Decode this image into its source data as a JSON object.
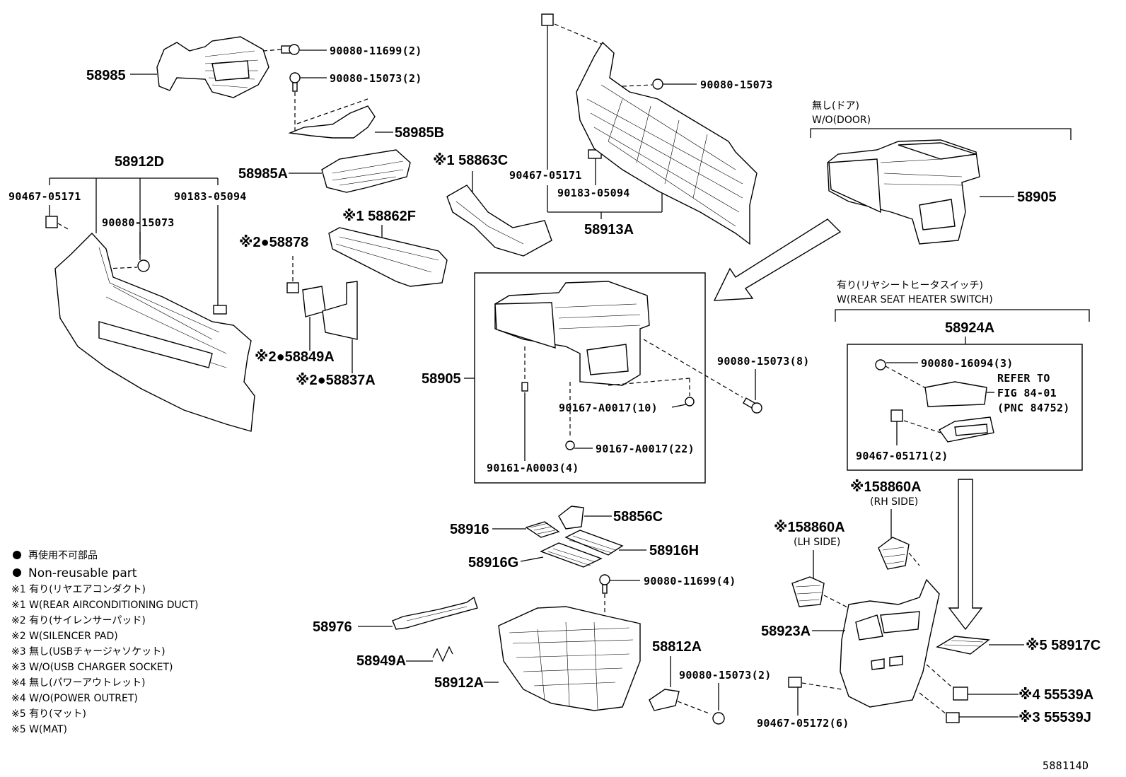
{
  "diagram_id": "588114D",
  "parts": {
    "p58985": "58985",
    "p90080_11699_2": "90080-11699(2)",
    "p90080_15073_2a": "90080-15073(2)",
    "p58985B": "58985B",
    "p58912D": "58912D",
    "p58985A": "58985A",
    "p90467_05171_a": "90467-05171",
    "p90183_05094_a": "90183-05094",
    "p90080_15073_a": "90080-15073",
    "p58878": "※2●58878",
    "p58862F": "※1 58862F",
    "p58863C": "※1 58863C",
    "p58849A": "※2●58849A",
    "p58837A": "※2●58837A",
    "p90467_05171_b": "90467-05171",
    "p90183_05094_b": "90183-05094",
    "p58913A": "58913A",
    "p90080_15073_b": "90080-15073",
    "p58905_top": "58905",
    "p58905_box": "58905",
    "p90080_15073_8": "90080-15073(8)",
    "p90167_A0017_10": "90167-A0017(10)",
    "p90167_A0017_22": "90167-A0017(22)",
    "p90161_A0003_4": "90161-A0003(4)",
    "p58924A": "58924A",
    "p90080_16094_3": "90080-16094(3)",
    "refer_to": "REFER TO",
    "fig_ref": "FIG 84-01",
    "pnc_ref": "(PNC 84752)",
    "p90467_05171_2": "90467-05171(2)",
    "p58860A_rh": "※158860A",
    "rh_side": "(RH SIDE)",
    "p58860A_lh": "※158860A",
    "lh_side": "(LH SIDE)",
    "p58916": "58916",
    "p58856C": "58856C",
    "p58916H": "58916H",
    "p58916G": "58916G",
    "p90080_11699_4": "90080-11699(4)",
    "p58976": "58976",
    "p58949A": "58949A",
    "p58912A": "58912A",
    "p58812A": "58812A",
    "p90080_15073_2b": "90080-15073(2)",
    "p58923A": "58923A",
    "p58917C": "※5 58917C",
    "p55539A": "※4 55539A",
    "p55539J": "※3 55539J",
    "p90467_05172_6": "90467-05172(6)"
  },
  "conditions": {
    "wo_door_jp": "無し(ドア)",
    "wo_door_en": "W/O(DOOR)",
    "w_heater_jp": "有り(リヤシートヒータスイッチ)",
    "w_heater_en": "W(REAR SEAT HEATER SWITCH)"
  },
  "legend": [
    "再使用不可部品",
    "Non-reusable part",
    "※1 有り(リヤエアコンダクト)",
    "※1 W(REAR AIRCONDITIONING DUCT)",
    "※2 有り(サイレンサーパッド)",
    "※2 W(SILENCER PAD)",
    "※3 無し(USBチャージャソケット)",
    "※3 W/O(USB CHARGER SOCKET)",
    "※4 無し(パワーアウトレット)",
    "※4 W/O(POWER OUTRET)",
    "※5 有り(マット)",
    "※5 W(MAT)"
  ]
}
